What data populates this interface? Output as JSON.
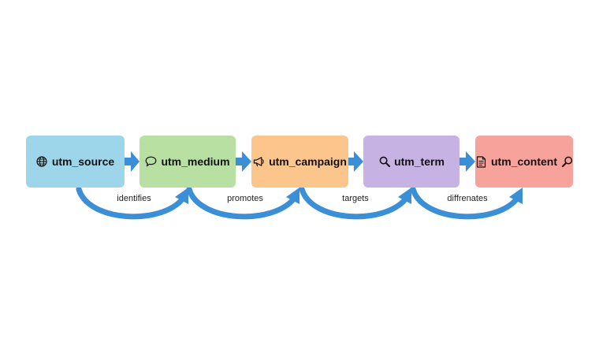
{
  "colors": {
    "arrow": "#3a8fd6",
    "utm_source_fill": "#9dd6ea",
    "utm_medium_fill": "#b9e0a3",
    "utm_campaign_fill": "#fbc58c",
    "utm_term_fill": "#c7b3e3",
    "utm_content_fill": "#f7a29b"
  },
  "nodes": [
    {
      "label": "utm_source",
      "icon": "globe-icon",
      "color": "#9dd6ea"
    },
    {
      "label": "utm_medium",
      "icon": "speech-bubble-icon",
      "color": "#b9e0a3"
    },
    {
      "label": "utm_campaign",
      "icon": "megaphone-icon",
      "color": "#fbc58c"
    },
    {
      "label": "utm_term",
      "icon": "magnifier-icon",
      "color": "#c7b3e3"
    },
    {
      "label": "utm_content",
      "icon": "document-icon",
      "trailing_icon": "magnifier-icon",
      "color": "#f7a29b"
    }
  ],
  "edge_labels": [
    "identifies",
    "promotes",
    "targets",
    "diffrenates"
  ]
}
